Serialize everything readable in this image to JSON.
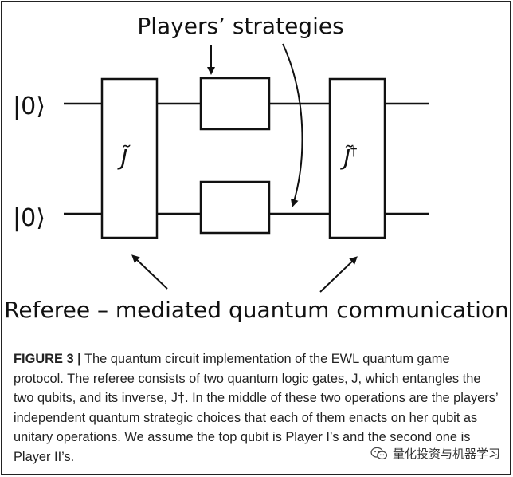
{
  "diagram": {
    "labels": {
      "players_strategies": "Players’ strategies",
      "referee": "Referee – mediated quantum communication"
    },
    "qubits": [
      {
        "ket": "|0⟩"
      },
      {
        "ket": "|0⟩"
      }
    ],
    "gates": {
      "J": "J̃",
      "J_dagger_base": "J̃",
      "J_dagger_sup": "†"
    }
  },
  "caption": {
    "figure_label": "FIGURE 3 |",
    "text": " The quantum circuit implementation of the EWL quantum game protocol. The referee consists of two quantum logic gates, J, which entangles the two qubits, and its inverse, J†. In the middle of these two operations are the players’ independent quantum strategic choices that each of them enacts on her qubit as unitary operations. We assume the top qubit is Player I’s and the second one is Player II’s."
  },
  "watermark": {
    "icon": "wechat-icon",
    "text": "量化投资与机器学习"
  }
}
